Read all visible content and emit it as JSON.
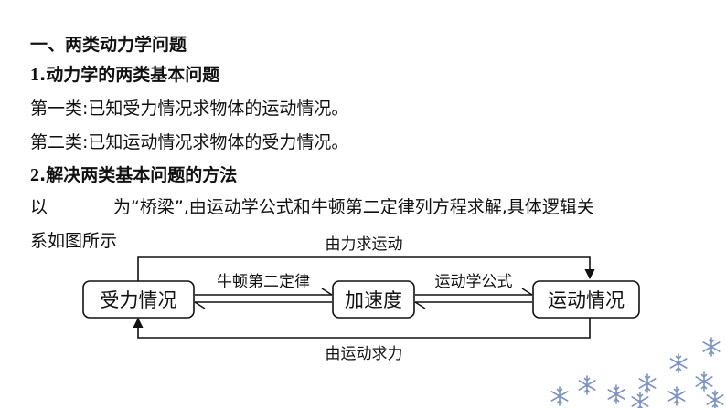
{
  "section": {
    "heading": "一、两类动力学问题"
  },
  "item1": {
    "number": "1",
    "title": ".动力学的两类基本问题"
  },
  "type1": "第一类:已知受力情况求物体的运动情况。",
  "type2": "第二类:已知运动情况求物体的受力情况。",
  "item2": {
    "number": "2",
    "title": ".解决两类基本问题的方法"
  },
  "method": {
    "prefix": "以",
    "suffix": "为“桥梁”,由运动学公式和牛顿第二定律列方程求解,具体逻辑关",
    "line2": "系如图所示"
  },
  "diagram": {
    "nodes": {
      "force": "受力情况",
      "accel": "加速度",
      "motion": "运动情况"
    },
    "edges": {
      "newton": "牛顿第二定律",
      "kinematics": "运动学公式",
      "force_to_motion": "由力求运动",
      "motion_to_force": "由运动求力"
    }
  },
  "decor": {
    "snowflake_icon": "snowflake-icon",
    "snow_color": "#7b93c8"
  }
}
